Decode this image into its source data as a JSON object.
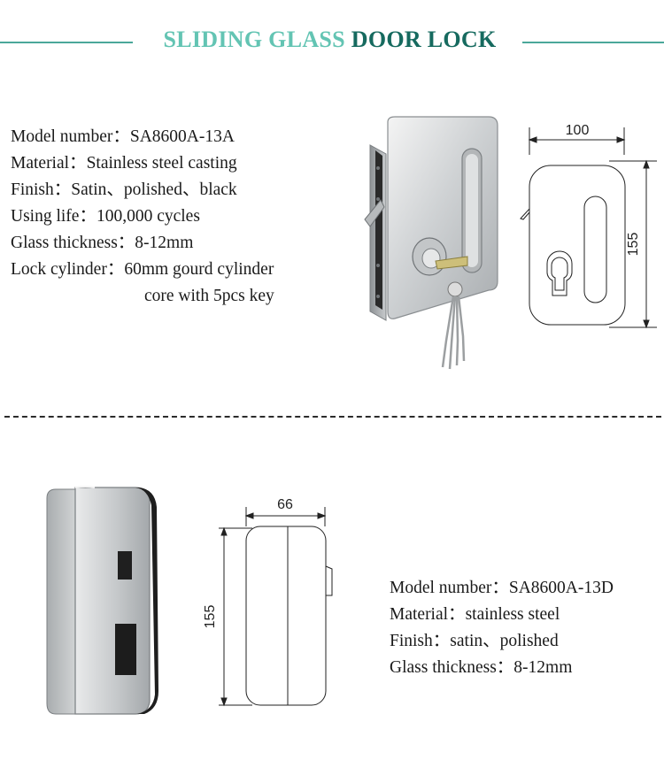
{
  "header": {
    "title_part1": "SLIDING GLASS ",
    "title_part2": "DOOR LOCK",
    "color_light": "#63c4b3",
    "color_dark": "#166a5f"
  },
  "product1": {
    "specs": [
      {
        "label": "Model number：",
        "value": "SA8600A-13A"
      },
      {
        "label": "Material：",
        "value": "Stainless steel casting"
      },
      {
        "label": "Finish：",
        "value": "Satin、polished、black"
      },
      {
        "label": "Using life：",
        "value": "100,000 cycles"
      },
      {
        "label": "Glass thickness：",
        "value": "8-12mm"
      },
      {
        "label": "Lock cylinder：",
        "value": "60mm gourd cylinder"
      }
    ],
    "spec_continuation": "core with 5pcs key",
    "drawing": {
      "width_label": "100",
      "height_label": "155"
    }
  },
  "product2": {
    "specs": [
      {
        "label": "Model number：",
        "value": "SA8600A-13D"
      },
      {
        "label": "Material：",
        "value": "stainless steel"
      },
      {
        "label": "Finish：",
        "value": "satin、polished"
      },
      {
        "label": "Glass thickness：",
        "value": "8-12mm"
      }
    ],
    "drawing": {
      "width_label": "66",
      "height_label": "155"
    }
  }
}
